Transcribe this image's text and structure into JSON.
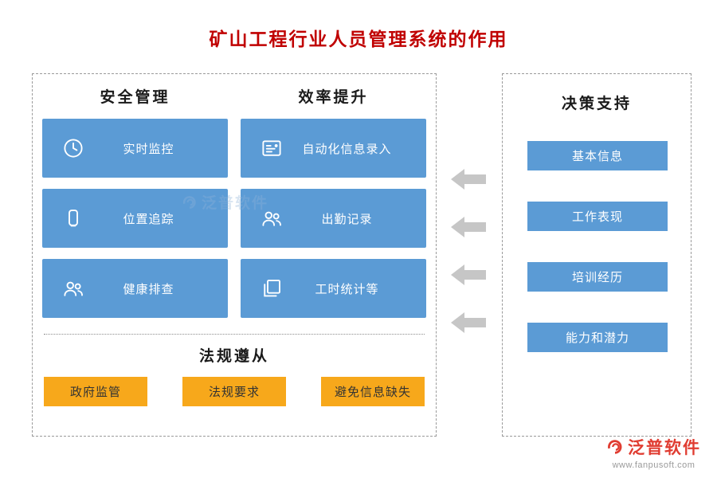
{
  "title": "矿山工程行业人员管理系统的作用",
  "colors": {
    "blue": "#5b9bd5",
    "orange": "#f7a81b",
    "title_red": "#c00000",
    "arrow_gray": "#c6c6c6",
    "brand_red": "#e03c31"
  },
  "left_panel": {
    "columns": [
      {
        "header": "安全管理",
        "items": [
          {
            "label": "实时监控",
            "icon": "clock-icon"
          },
          {
            "label": "位置追踪",
            "icon": "tracker-device-icon"
          },
          {
            "label": "健康排查",
            "icon": "people-icon"
          }
        ]
      },
      {
        "header": "效率提升",
        "items": [
          {
            "label": "自动化信息录入",
            "icon": "form-entry-icon"
          },
          {
            "label": "出勤记录",
            "icon": "attendance-people-icon"
          },
          {
            "label": "工时统计等",
            "icon": "documents-stack-icon"
          }
        ]
      }
    ],
    "compliance": {
      "header": "法规遵从",
      "items": [
        "政府监管",
        "法规要求",
        "避免信息缺失"
      ]
    }
  },
  "arrows": {
    "count": 4,
    "direction": "left"
  },
  "right_panel": {
    "header": "决策支持",
    "items": [
      "基本信息",
      "工作表现",
      "培训经历",
      "能力和潜力"
    ]
  },
  "watermark": {
    "text": "泛普软件"
  },
  "footer": {
    "brand": "泛普软件",
    "url": "www.fanpusoft.com"
  }
}
